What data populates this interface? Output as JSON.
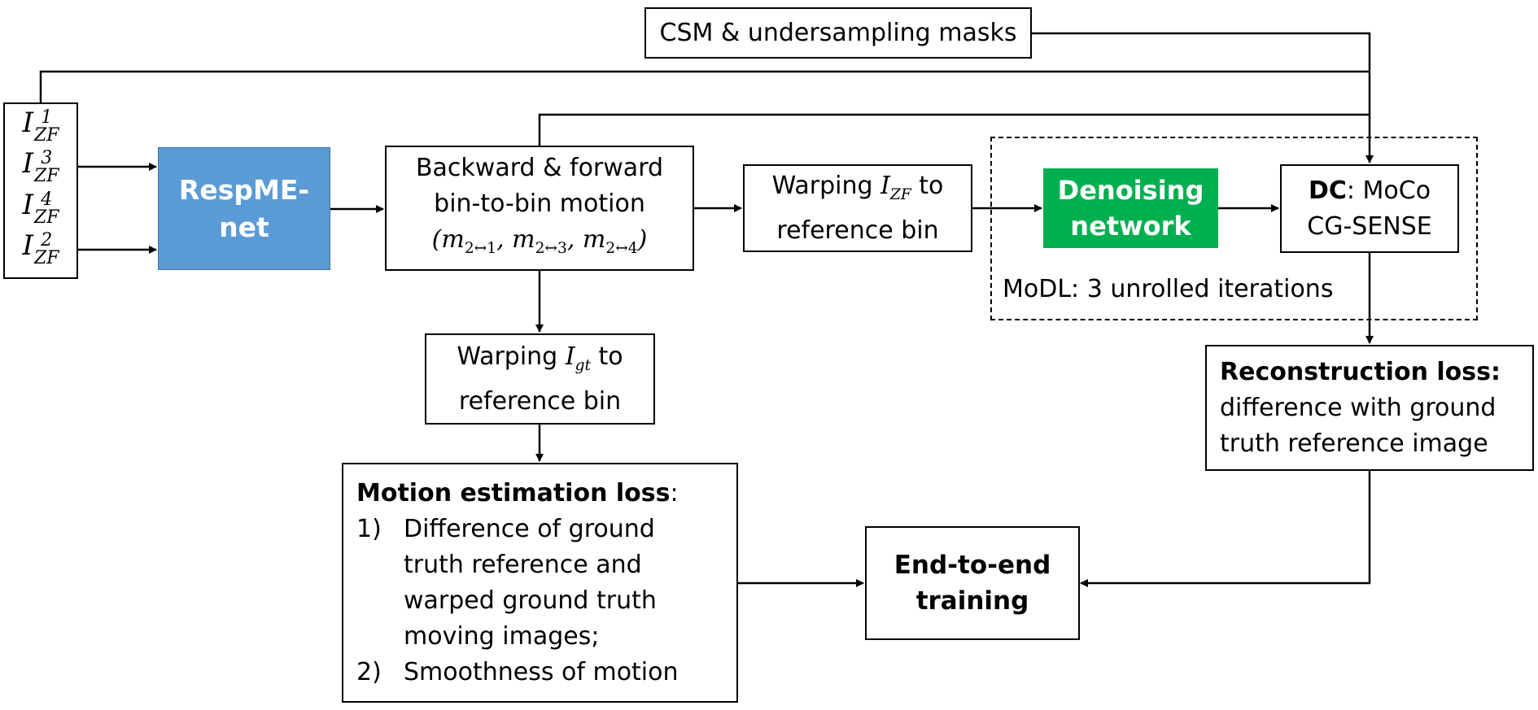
{
  "diagram": {
    "csm_box": {
      "label": "CSM & undersampling masks"
    },
    "inputs": {
      "base": "I",
      "subscript": "ZF",
      "items": [
        {
          "superscript": "1"
        },
        {
          "superscript": "3"
        },
        {
          "superscript": "4"
        },
        {
          "superscript": "2"
        }
      ]
    },
    "respme": {
      "line1": "RespME-",
      "line2": "net",
      "color": "#5B9BD5"
    },
    "motion_box": {
      "line1": "Backward & forward",
      "line2": "bin-to-bin motion",
      "line3": "(m2↔1, m2↔3, m2↔4)",
      "terms": [
        {
          "base": "m",
          "sub": "2↔1"
        },
        {
          "base": "m",
          "sub": "2↔3"
        },
        {
          "base": "m",
          "sub": "2↔4"
        }
      ]
    },
    "warp_zf": {
      "prefix": "Warping ",
      "math_base": "I",
      "math_sub": "ZF",
      "suffix": " to",
      "line2": "reference bin"
    },
    "denoising": {
      "line1": "Denoising",
      "line2": "network",
      "color": "#00B050"
    },
    "dc_box": {
      "bold": "DC",
      "rest": ": MoCo",
      "line2": "CG-SENSE"
    },
    "modl_label": "MoDL: 3 unrolled iterations",
    "warp_gt": {
      "prefix": "Warping ",
      "math_base": "I",
      "math_sub": "gt",
      "suffix": " to",
      "line2": "reference bin"
    },
    "motion_loss": {
      "title": "Motion estimation loss",
      "title_suffix": ":",
      "items": [
        {
          "num": "1)",
          "lines": [
            "Difference of ground",
            "truth reference and",
            "warped ground truth",
            "moving images;"
          ]
        },
        {
          "num": "2)",
          "lines": [
            "Smoothness of motion"
          ]
        }
      ]
    },
    "end_to_end": {
      "line1": "End-to-end",
      "line2": "training"
    },
    "recon_loss": {
      "title": "Reconstruction loss:",
      "line2": "difference with ground",
      "line3": "truth reference image"
    }
  }
}
